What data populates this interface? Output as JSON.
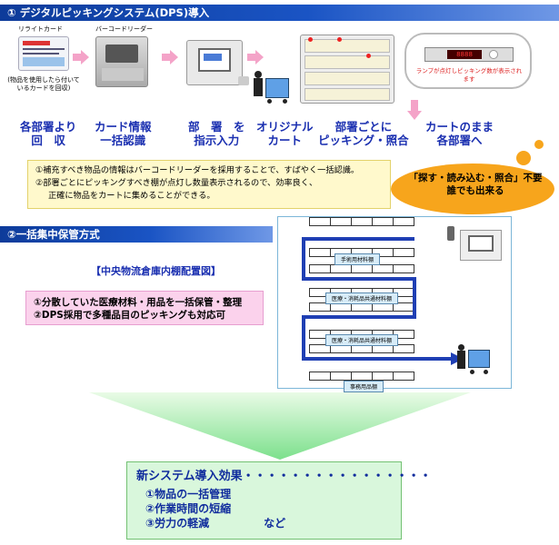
{
  "section1": {
    "title": "① デジタルピッキングシステム(DPS)導入"
  },
  "devices": {
    "relight_card_label": "リライトカード",
    "relight_card_note": "(物品を使用したら付いているカードを回収)",
    "barcode_reader_label": "バーコードリーダー",
    "lamp_note": "ランプが点灯しピッキング数が表示されます"
  },
  "steps": [
    {
      "line1": "各部署より",
      "line2": "回　収"
    },
    {
      "line1": "カード情報",
      "line2": "一括認識"
    },
    {
      "line1": "部　署　を",
      "line2": "指示入力"
    },
    {
      "line1": "オリジナル",
      "line2": "カート"
    },
    {
      "line1": "部署ごとに",
      "line2": "ピッキング・照合"
    },
    {
      "line1": "カートのまま",
      "line2": "各部署へ"
    }
  ],
  "notes": {
    "line1": "①補充すべき物品の情報はバーコードリーダーを採用することで、すばやく一括認識。",
    "line2": "②部署ごとにピッキングすべき棚が点灯し数量表示されるので、効率良く、",
    "line3": "正確に物品をカートに集めることができる。"
  },
  "cloud": {
    "line1": "「探す・読み込む・照合」不要",
    "line2": "誰でも出来る"
  },
  "section2": {
    "title": "②一括集中保管方式",
    "map_title": "【中央物流倉庫内棚配置図】",
    "point1": "①分散していた医療材料・用品を一括保管・整理",
    "point2": "②DPS採用で多種品目のピッキングも対応可"
  },
  "shelves": {
    "surgical": "手術用材料棚",
    "common1": "医療・消耗品共通材料棚",
    "common2": "医療・消耗品共通材料棚",
    "office": "事務用品棚"
  },
  "effects": {
    "title": "新システム導入効果・・・・・・・・・・・・・・・・",
    "items": [
      "①物品の一括管理",
      "②作業時間の短縮",
      "③労力の軽減　　　　　など"
    ]
  }
}
